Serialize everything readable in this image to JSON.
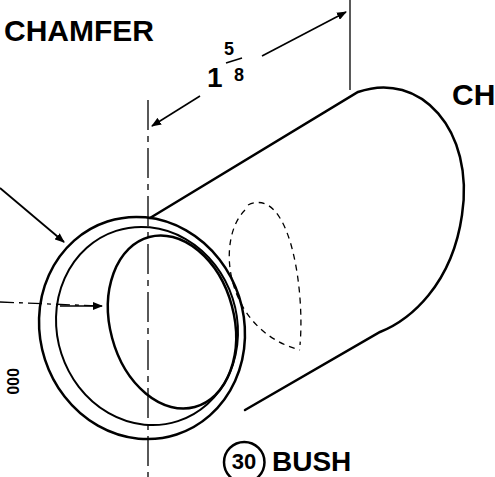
{
  "diagram": {
    "nodes": [
      {
        "text": [
          "30"
        ]
      }
    ],
    "labels": [
      "CHAMFER",
      "1",
      "5",
      "8",
      "CH",
      "000",
      "BUSH"
    ]
  }
}
